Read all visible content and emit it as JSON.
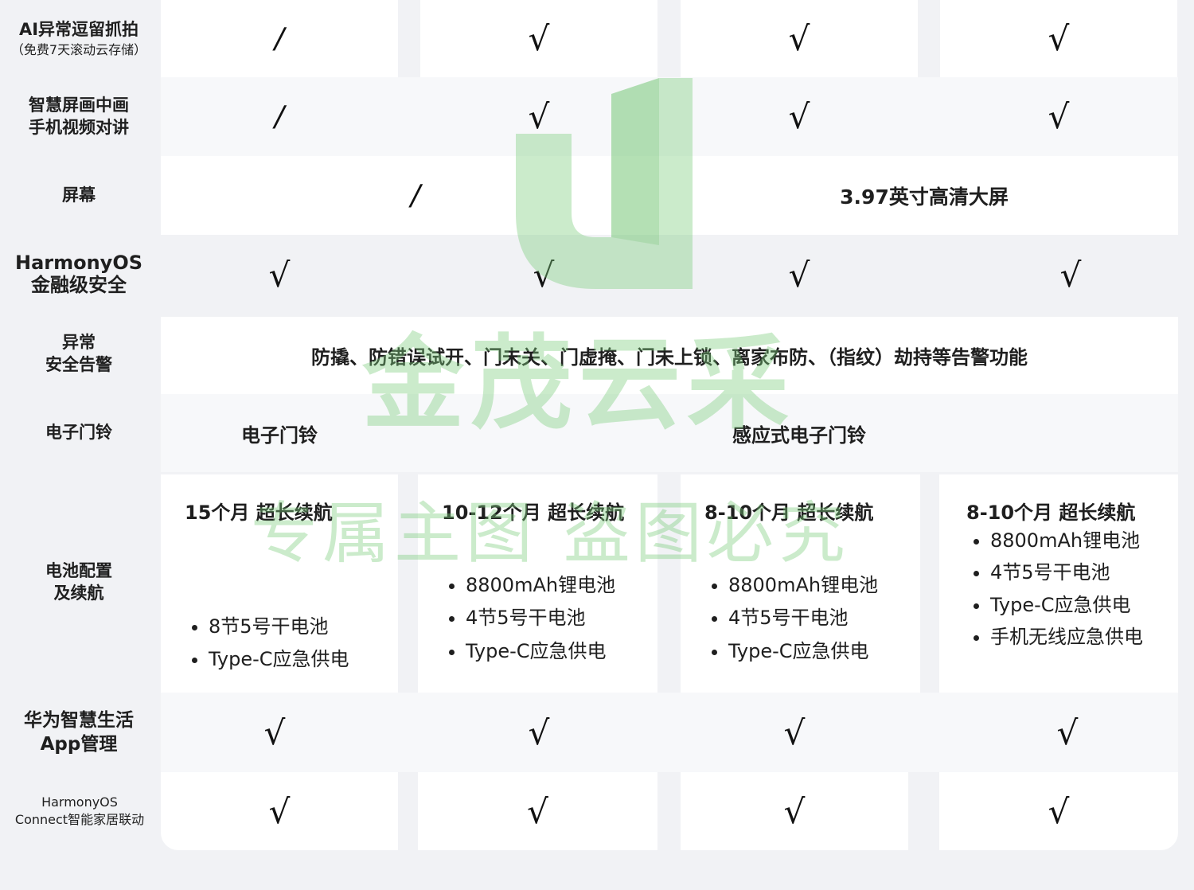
{
  "rows": {
    "ai_capture": {
      "label": "AI异常逗留抓拍",
      "sublabel": "（免费7天滚动云存储）",
      "values": [
        "/",
        "√",
        "√",
        "√"
      ]
    },
    "video_call": {
      "label_line1": "智慧屏画中画",
      "label_line2": "手机视频对讲",
      "values": [
        "/",
        "√",
        "√",
        "√"
      ]
    },
    "screen": {
      "label": "屏幕",
      "value_left": "/",
      "value_right": "3.97英寸高清大屏"
    },
    "harmony_security": {
      "label_line1": "HarmonyOS",
      "label_line2": "金融级安全",
      "values": [
        "√",
        "√",
        "√",
        "√"
      ]
    },
    "alarm": {
      "label_line1": "异常",
      "label_line2": "安全告警",
      "value": "防撬、防错误试开、门未关、门虚掩、门未上锁、离家布防、（指纹）劫持等告警功能"
    },
    "doorbell": {
      "label": "电子门铃",
      "value_left": "电子门铃",
      "value_right": "感应式电子门铃"
    },
    "battery": {
      "label_line1": "电池配置",
      "label_line2": "及续航",
      "columns": [
        {
          "title": "15个月  超长续航",
          "items": [
            "8节5号干电池",
            "Type-C应急供电"
          ]
        },
        {
          "title": "10-12个月  超长续航",
          "items": [
            "8800mAh锂电池",
            "4节5号干电池",
            "Type-C应急供电"
          ]
        },
        {
          "title": "8-10个月  超长续航",
          "items": [
            "8800mAh锂电池",
            "4节5号干电池",
            "Type-C应急供电"
          ]
        },
        {
          "title": "8-10个月  超长续航",
          "items": [
            "8800mAh锂电池",
            "4节5号干电池",
            "Type-C应急供电",
            "手机无线应急供电"
          ]
        }
      ]
    },
    "app": {
      "label_line1": "华为智慧生活",
      "label_line2": "App管理",
      "values": [
        "√",
        "√",
        "√",
        "√"
      ]
    },
    "connect": {
      "label_line1": "HarmonyOS",
      "label_line2": "Connect智能家居联动",
      "values": [
        "√",
        "√",
        "√",
        "√"
      ]
    }
  },
  "watermark": {
    "brand": "金茂云采",
    "notice": "专属主图  盗图必究"
  }
}
